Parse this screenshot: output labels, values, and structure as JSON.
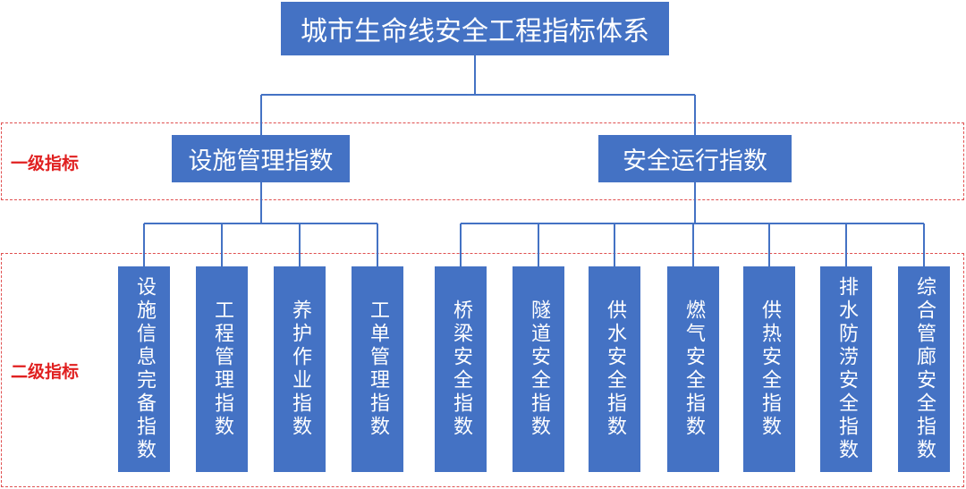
{
  "title": "城市生命线安全工程指标体系",
  "bands": {
    "level1_label": "一级指标",
    "level2_label": "二级指标"
  },
  "level1": [
    {
      "label": "设施管理指数"
    },
    {
      "label": "安全运行指数"
    }
  ],
  "level2": [
    {
      "label": "设施信息完备指数",
      "parent": 0
    },
    {
      "label": "工程管理指数",
      "parent": 0
    },
    {
      "label": "养护作业指数",
      "parent": 0
    },
    {
      "label": "工单管理指数",
      "parent": 0
    },
    {
      "label": "桥梁安全指数",
      "parent": 1
    },
    {
      "label": "隧道安全指数",
      "parent": 1
    },
    {
      "label": "供水安全指数",
      "parent": 1
    },
    {
      "label": "燃气安全指数",
      "parent": 1
    },
    {
      "label": "供热安全指数",
      "parent": 1
    },
    {
      "label": "排水防涝安全指数",
      "parent": 1
    },
    {
      "label": "综合管廊安全指数",
      "parent": 1
    }
  ],
  "colors": {
    "box": "#4472c4",
    "band_border": "#e05050",
    "band_label": "#e02020"
  }
}
